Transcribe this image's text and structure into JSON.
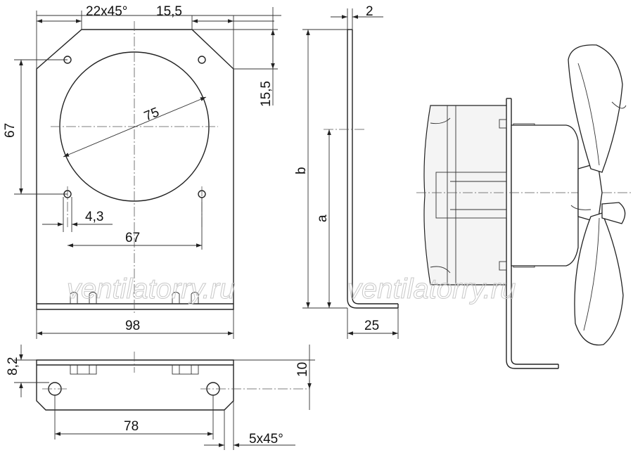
{
  "dimensions": {
    "chamfer_top": "22x45°",
    "top_right_width": "15,5",
    "thickness": "2",
    "right_offset": "15,5",
    "hole_vertical_spacing": "67",
    "fan_diameter": "75",
    "height_b": "b",
    "height_a": "a",
    "hole_diameter": "4,3",
    "hole_horizontal_spacing": "67",
    "plate_width": "98",
    "foot_depth": "25",
    "foot_height": "8,2",
    "foot_slot_height": "10",
    "foot_hole_spacing": "78",
    "corner_chamfer": "5x45°"
  },
  "watermarks": [
    "ventilatorry.ru",
    "ventilatorry.ru"
  ]
}
